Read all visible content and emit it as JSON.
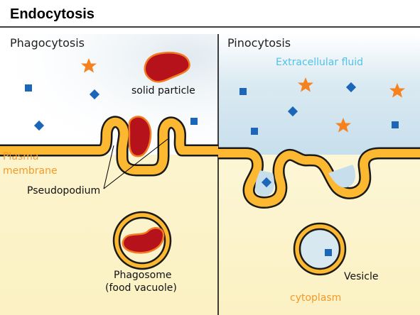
{
  "title": "Endocytosis",
  "sections": {
    "left": "Phagocytosis",
    "right": "Pinocytosis"
  },
  "labels": {
    "solid_particle": "solid particle",
    "plasma_membrane_line1": "Plasma",
    "plasma_membrane_line2": "membrane",
    "pseudopodium": "Pseudopodium",
    "phagosome_line1": "Phagosome",
    "phagosome_line2": "(food vacuole)",
    "extracellular_fluid": "Extracellular fluid",
    "vesicle": "Vesicle",
    "cytoplasm": "cytoplasm"
  },
  "colors": {
    "membrane_fill": "#fbb830",
    "membrane_stroke": "#1a1a1a",
    "particle_red": "#b5121b",
    "particle_orange_rim": "#f47a20",
    "molecule_blue": "#1b66b8",
    "star_orange": "#f5821f",
    "extracellular_blue": "#cfe3ef",
    "cytoplasm_yellow": "#fbf3cc",
    "label_orange": "#f39a2b",
    "label_cyan": "#4fc3e8"
  },
  "icons": {
    "molecule_square": "square-molecule-icon",
    "molecule_diamond": "diamond-molecule-icon",
    "star": "star-molecule-icon"
  }
}
